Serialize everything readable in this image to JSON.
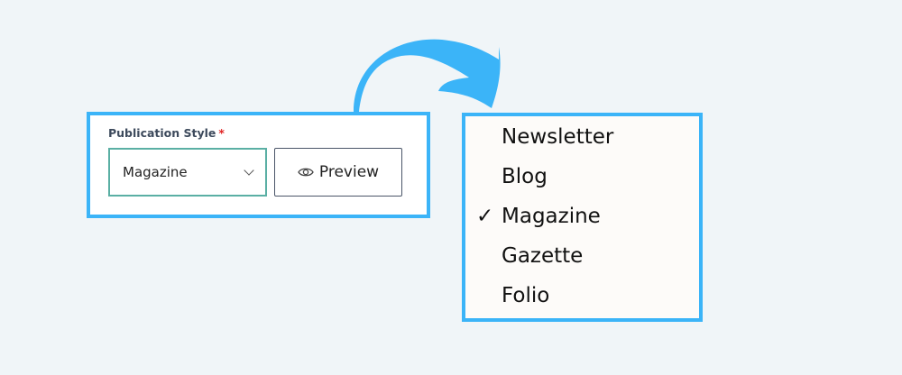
{
  "field": {
    "label": "Publication Style",
    "required_mark": "*",
    "selected": "Magazine",
    "preview_label": "Preview"
  },
  "dropdown": {
    "options": [
      "Newsletter",
      "Blog",
      "Magazine",
      "Gazette",
      "Folio"
    ],
    "selected_index": 2,
    "check_glyph": "✓"
  },
  "colors": {
    "highlight": "#3bb4f8",
    "select_border": "#5aafa4",
    "required": "#e02424"
  }
}
